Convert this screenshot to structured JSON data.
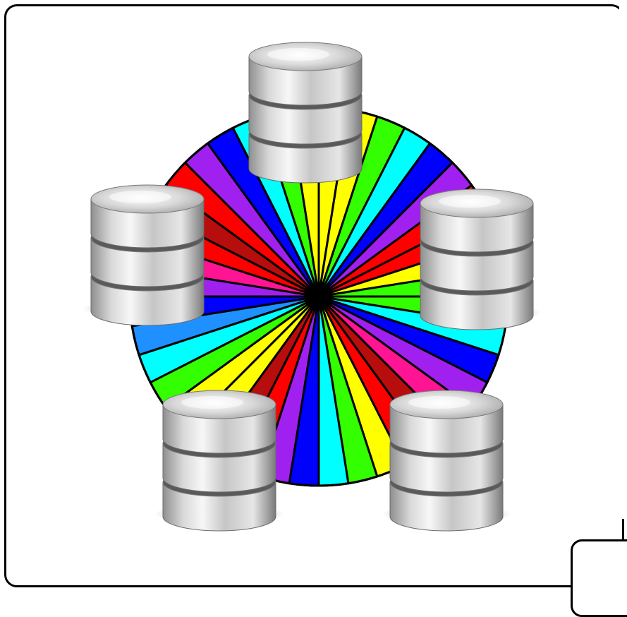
{
  "illustration": {
    "subject": "database-cluster-around-color-wheel",
    "wheel": {
      "colors": [
        "#ffff00",
        "#ffff00",
        "#33ff00",
        "#00ffff",
        "#0000ff",
        "#a020f0",
        "#ff0000",
        "#ff0000",
        "#ffff00",
        "#33ff00",
        "#33ff00",
        "#00ffff",
        "#0000ff",
        "#a020f0",
        "#ff1493",
        "#b80d0d",
        "#ff0000",
        "#ffff00",
        "#33ff00",
        "#00ffff",
        "#0000ff",
        "#a020f0",
        "#ff0000",
        "#b80d0d",
        "#ffff00",
        "#ffff00",
        "#33ff00",
        "#00ffff",
        "#1e90ff",
        "#0000ff",
        "#a020f0",
        "#ff1493",
        "#ff0000",
        "#b80d0d",
        "#ff0000",
        "#a020f0",
        "#0000ff",
        "#00ffff",
        "#33ff00",
        "#ffff00"
      ]
    },
    "database_icons": [
      "top",
      "left",
      "right",
      "bottom-left",
      "bottom-right"
    ],
    "icon_names": [
      "database-icon",
      "color-wheel-icon"
    ]
  }
}
